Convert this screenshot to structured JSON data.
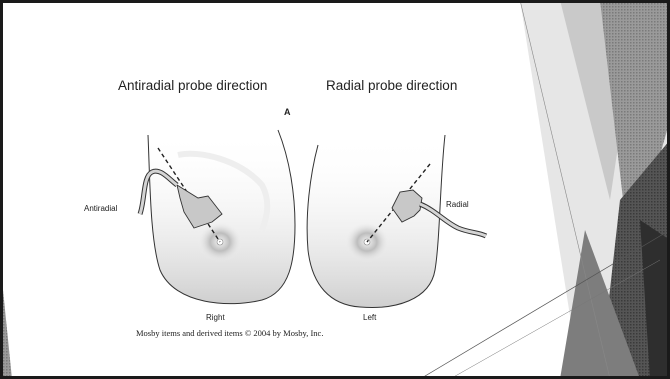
{
  "headings": {
    "left": "Antiradial probe direction",
    "right": "Radial probe direction"
  },
  "figure": {
    "panel_letter": "A",
    "label_antiradial": "Antiradial",
    "label_radial": "Radial",
    "label_right": "Right",
    "label_left": "Left",
    "credit": "Mosby items and derived items © 2004 by Mosby, Inc."
  },
  "colors": {
    "background": "#ffffff",
    "frame": "#1a1a1a",
    "probe": "#c8c8c8",
    "tissue_shadow": "#d9d9d9"
  }
}
